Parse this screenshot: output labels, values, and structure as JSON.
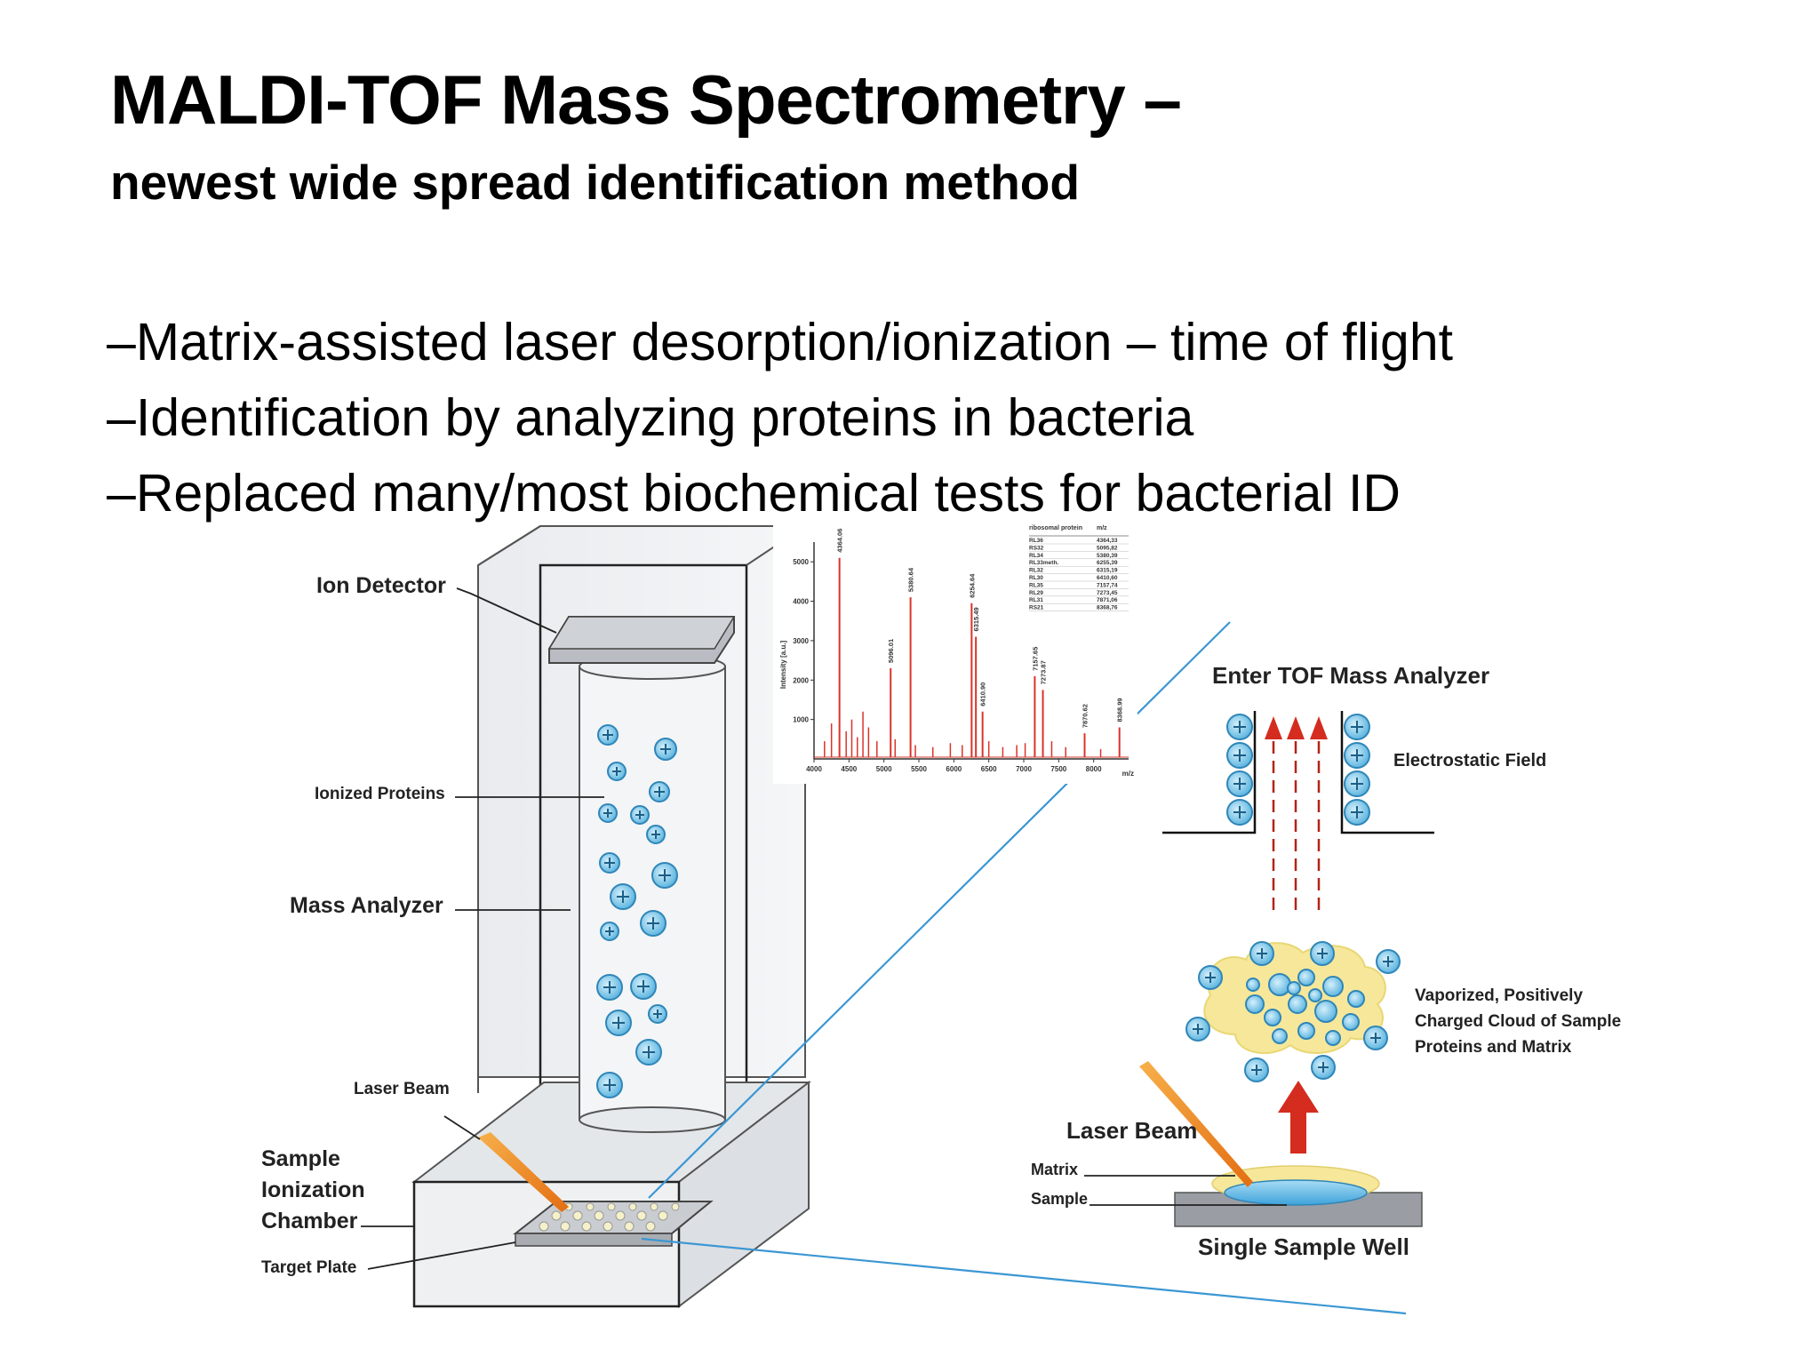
{
  "slide": {
    "title": "MALDI-TOF Mass Spectrometry –",
    "subtitle": "newest wide spread identification method",
    "bullet_marker": "–",
    "bullets": [
      "Matrix-assisted laser desorption/ionization – time of flight",
      "Identification by analyzing proteins in bacteria",
      "Replaced many/most biochemical tests for bacterial ID"
    ]
  },
  "instrument_labels": {
    "ion_detector": "Ion Detector",
    "ionized_proteins": "Ionized Proteins",
    "mass_analyzer": "Mass Analyzer",
    "laser_beam": "Laser Beam",
    "chamber_line1": "Sample",
    "chamber_line2": "Ionization",
    "chamber_line3": "Chamber",
    "target_plate": "Target Plate"
  },
  "detail_labels": {
    "enter_tof": "Enter TOF Mass Analyzer",
    "electrostatic_field": "Electrostatic Field",
    "cloud_line1": "Vaporized, Positively",
    "cloud_line2": "Charged Cloud of Sample",
    "cloud_line3": "Proteins and Matrix",
    "laser_beam": "Laser Beam",
    "matrix": "Matrix",
    "sample": "Sample",
    "single_sample_well": "Single Sample Well"
  },
  "colors": {
    "ion_fill": "#7ec8ea",
    "ion_stroke": "#2f86b8",
    "arrow_red": "#d42c1f",
    "laser_orange": "#ef8a1e",
    "cloud_yellow": "#f6e79a",
    "connector_blue": "#3b97d3",
    "spectrum_red": "#d9342b"
  },
  "chart_data": {
    "type": "line",
    "title": "",
    "xlabel": "m/z",
    "ylabel": "Intensity [a.u.]",
    "xlim": [
      4000,
      8500
    ],
    "ylim": [
      0,
      5500
    ],
    "x_ticks": [
      4000,
      4500,
      5000,
      5500,
      6000,
      6500,
      7000,
      7500,
      8000
    ],
    "y_ticks": [
      1000,
      2000,
      3000,
      4000,
      5000
    ],
    "peaks": [
      {
        "x": 4364.06,
        "y": 5100,
        "label": "4364.06"
      },
      {
        "x": 5096.01,
        "y": 2300,
        "label": "5096.01"
      },
      {
        "x": 5380.64,
        "y": 4100,
        "label": "5380.64"
      },
      {
        "x": 6254.64,
        "y": 3950,
        "label": "6254.64"
      },
      {
        "x": 6315.49,
        "y": 3100,
        "label": "6315.49"
      },
      {
        "x": 6410.9,
        "y": 1200,
        "label": "6410.90"
      },
      {
        "x": 7157.65,
        "y": 2100,
        "label": "7157.65"
      },
      {
        "x": 7273.87,
        "y": 1750,
        "label": "7273.87"
      },
      {
        "x": 7870.62,
        "y": 650,
        "label": "7870.62"
      },
      {
        "x": 8368.99,
        "y": 800,
        "label": "8368.99"
      }
    ],
    "minor_peaks": [
      {
        "x": 4150,
        "y": 450
      },
      {
        "x": 4250,
        "y": 900
      },
      {
        "x": 4460,
        "y": 700
      },
      {
        "x": 4540,
        "y": 1000
      },
      {
        "x": 4620,
        "y": 550
      },
      {
        "x": 4700,
        "y": 1200
      },
      {
        "x": 4780,
        "y": 800
      },
      {
        "x": 4900,
        "y": 450
      },
      {
        "x": 5160,
        "y": 500
      },
      {
        "x": 5450,
        "y": 350
      },
      {
        "x": 5700,
        "y": 300
      },
      {
        "x": 5950,
        "y": 400
      },
      {
        "x": 6120,
        "y": 350
      },
      {
        "x": 6500,
        "y": 450
      },
      {
        "x": 6700,
        "y": 300
      },
      {
        "x": 6900,
        "y": 350
      },
      {
        "x": 7020,
        "y": 400
      },
      {
        "x": 7400,
        "y": 450
      },
      {
        "x": 7600,
        "y": 300
      },
      {
        "x": 8100,
        "y": 250
      }
    ],
    "table": {
      "headers": [
        "ribosomal protein",
        "m/z"
      ],
      "rows": [
        [
          "RL36",
          "4364,33"
        ],
        [
          "RS32",
          "5095,82"
        ],
        [
          "RL34",
          "5380,39"
        ],
        [
          "RL33meth.",
          "6255,39"
        ],
        [
          "RL32",
          "6315,19"
        ],
        [
          "RL30",
          "6410,60"
        ],
        [
          "RL35",
          "7157,74"
        ],
        [
          "RL29",
          "7273,45"
        ],
        [
          "RL31",
          "7871,06"
        ],
        [
          "RS21",
          "8368,76"
        ]
      ]
    }
  }
}
